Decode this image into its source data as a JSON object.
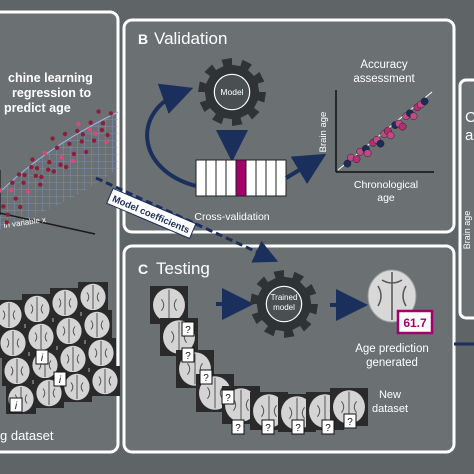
{
  "panel_a": {
    "title_lines": [
      "chine learning",
      "regression to",
      "predict age"
    ],
    "axis_label": "in variable x",
    "dataset_label": "g dataset",
    "tile_marks": [
      "i",
      "i",
      "i"
    ]
  },
  "panel_b": {
    "letter": "B",
    "title": "Validation",
    "model_label": "Model",
    "cv_label": "Cross-validation",
    "accuracy_lines": [
      "Accuracy",
      "assessment"
    ],
    "y_label": "Brain age",
    "x_label_lines": [
      "Chronological",
      "age"
    ]
  },
  "connector": {
    "label": "Model coefficients"
  },
  "panel_c": {
    "letter": "C",
    "title": "Testing",
    "trained_lines": [
      "Trained",
      "model"
    ],
    "prediction_value": "61.7",
    "prediction_lines": [
      "Age prediction",
      "generated"
    ],
    "new_dataset_lines": [
      "New",
      "dataset"
    ],
    "unknown_mark": "?"
  },
  "panel_d": {
    "partial_lines": [
      "C",
      "a"
    ],
    "y_label": "Brain age"
  },
  "colors": {
    "panel_bg": "#6b7072",
    "border": "#ffffff",
    "navy": "#1a2f5c",
    "gear": "#2f3335",
    "magenta": "#a3006b",
    "dot_red": "#8a1f3a",
    "dot_pink": "#b03070",
    "dot_navy": "#1c2c5a"
  }
}
